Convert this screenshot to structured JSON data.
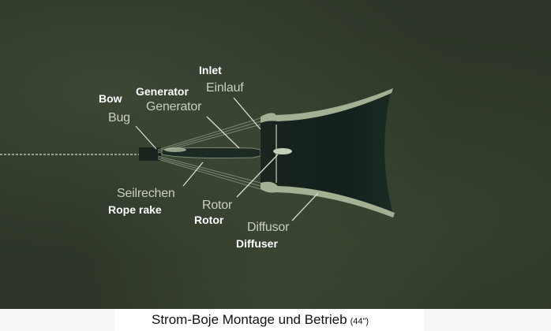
{
  "diagram": {
    "title": "Strom-Boje Montage und Betrieb",
    "duration": "(44\")",
    "labels": {
      "inlet": {
        "de": "Einlauf",
        "en": "Inlet"
      },
      "generator": {
        "de": "Generator",
        "en": "Generator"
      },
      "bow": {
        "de": "Bug",
        "en": "Bow"
      },
      "rope_rake": {
        "de": "Seilrechen",
        "en": "Rope rake"
      },
      "rotor": {
        "de": "Rotor",
        "en": "Rotor"
      },
      "diffuser": {
        "de": "Diffusor",
        "en": "Diffuser"
      }
    },
    "colors": {
      "background": "#2c3527",
      "hull": "#9aa88c",
      "interior": "#14201c",
      "leader_line": "#d8dcd4"
    }
  }
}
